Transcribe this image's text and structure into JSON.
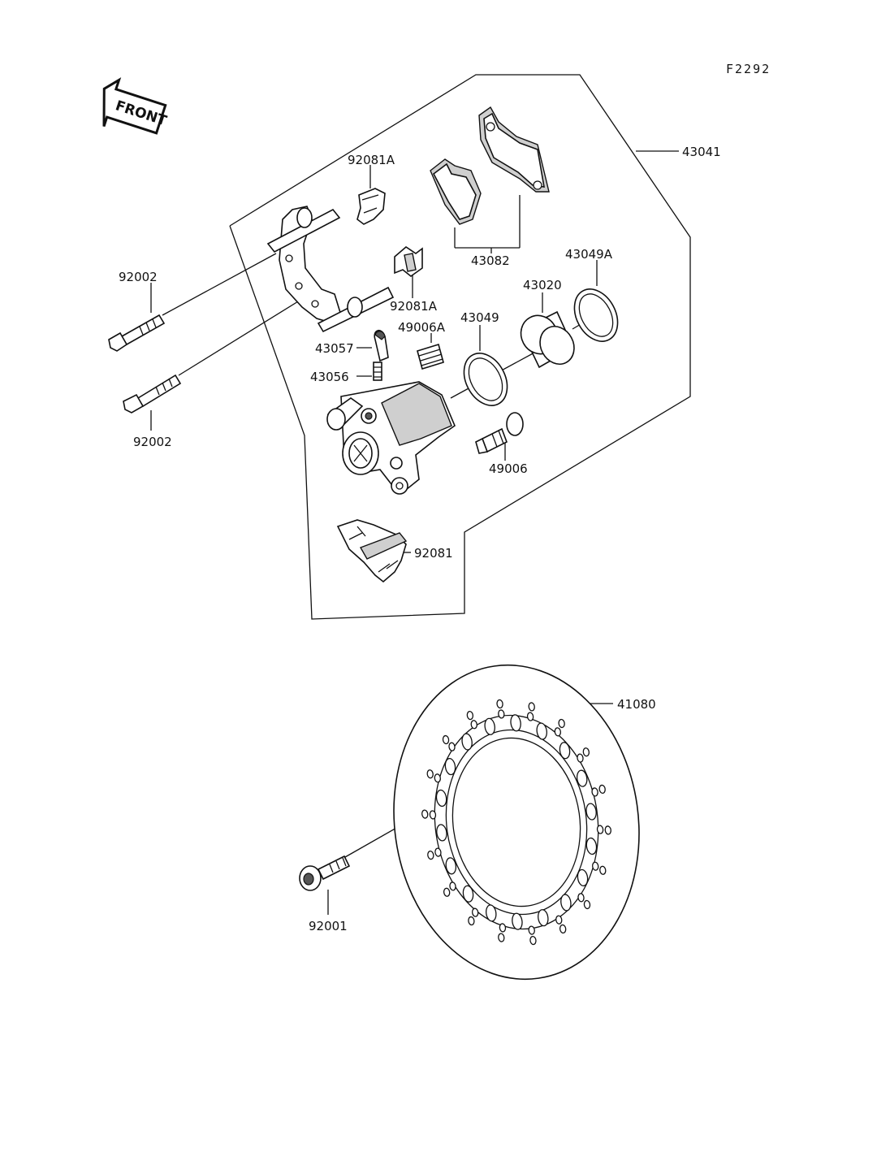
{
  "figure_code": "F2292",
  "front_arrow_text": "FRONT",
  "labels": {
    "p43041": "43041",
    "p92081A_top": "92081A",
    "p92002_upper": "92002",
    "p43082": "43082",
    "p43049A": "43049A",
    "p43020": "43020",
    "p92081A_mid": "92081A",
    "p49006A": "49006A",
    "p43049": "43049",
    "p43057": "43057",
    "p43056": "43056",
    "p92002_lower": "92002",
    "p49006": "49006",
    "p92081": "92081",
    "p41080": "41080",
    "p92001": "92001"
  }
}
